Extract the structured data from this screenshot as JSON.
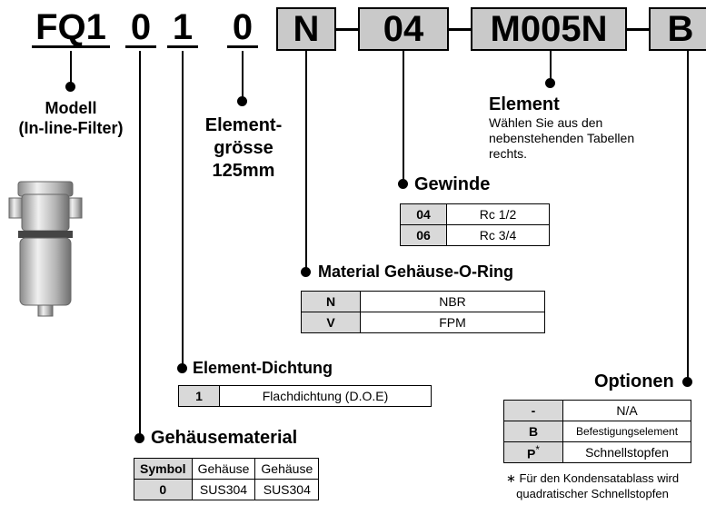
{
  "code": {
    "prefix": "FQ1",
    "c1": "0",
    "c2": "1",
    "c3": "0",
    "c4": "N",
    "c5": "04",
    "c6": "M005N",
    "c7": "B"
  },
  "modell": {
    "line1": "Modell",
    "line2": "(In-line-Filter)"
  },
  "element_size": {
    "line1": "Element-",
    "line2": "grösse",
    "line3": "125mm"
  },
  "element": {
    "title": "Element",
    "desc1": "Wählen Sie aus den",
    "desc2": "nebenstehenden Tabellen",
    "desc3": "rechts."
  },
  "gewinde": {
    "title": "Gewinde",
    "rows": [
      [
        "04",
        "Rc 1/2"
      ],
      [
        "06",
        "Rc 3/4"
      ]
    ]
  },
  "oring": {
    "title": "Material Gehäuse-O-Ring",
    "rows": [
      [
        "N",
        "NBR"
      ],
      [
        "V",
        "FPM"
      ]
    ]
  },
  "dichtung": {
    "title": "Element-Dichtung",
    "rows": [
      [
        "1",
        "Flachdichtung (D.O.E)"
      ]
    ]
  },
  "optionen": {
    "title": "Optionen",
    "rows": [
      [
        "-",
        "N/A"
      ],
      [
        "B",
        "Befestigungselement"
      ],
      [
        "P",
        "Schnellstopfen"
      ]
    ],
    "star": "*",
    "note1": "∗ Für den Kondensatablass wird",
    "note2": "quadratischer Schnellstopfen"
  },
  "gehaeuse": {
    "title": "Gehäusematerial",
    "header": [
      "Symbol",
      "Gehäuse",
      "Gehäuse"
    ],
    "rows": [
      [
        "0",
        "SUS304",
        "SUS304"
      ]
    ]
  }
}
